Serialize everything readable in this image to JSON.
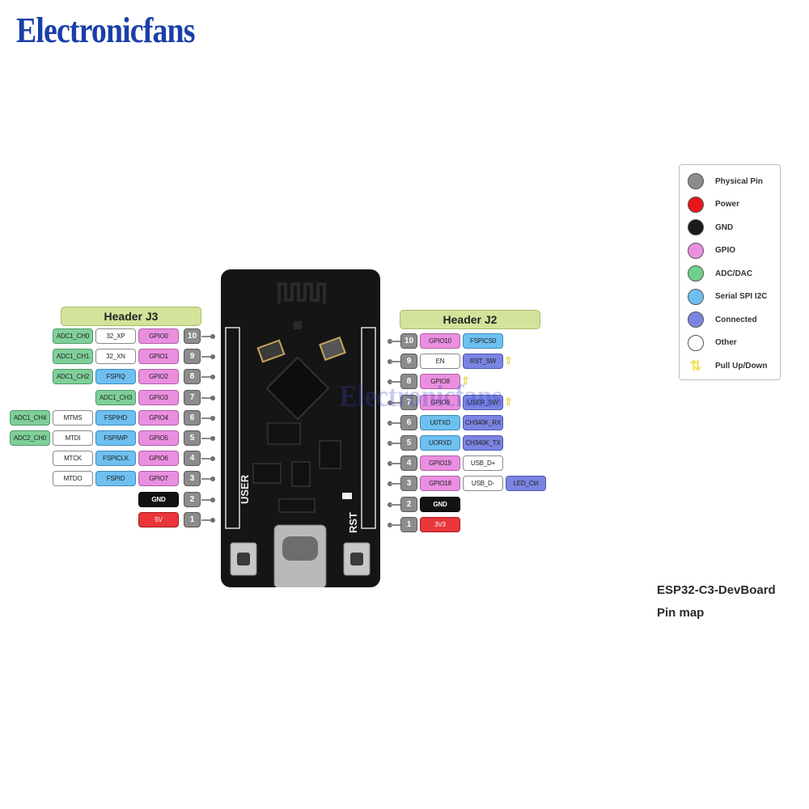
{
  "brand": "Electronicfans",
  "watermark": "Electronicfans",
  "headers": {
    "left": "Header J3",
    "right": "Header J2"
  },
  "board_labels": {
    "user": "USER",
    "rst": "RST"
  },
  "left_pins": [
    {
      "num": "10",
      "tags": [
        {
          "text": "ADC1_CH0",
          "kind": "adc"
        },
        {
          "text": "32_XP",
          "kind": "other"
        },
        {
          "text": "GPIO0",
          "kind": "gpio"
        }
      ]
    },
    {
      "num": "9",
      "tags": [
        {
          "text": "ADC1_CH1",
          "kind": "adc"
        },
        {
          "text": "32_XN",
          "kind": "other"
        },
        {
          "text": "GPIO1",
          "kind": "gpio"
        }
      ]
    },
    {
      "num": "8",
      "tags": [
        {
          "text": "ADC1_CH2",
          "kind": "adc"
        },
        {
          "text": "FSPIQ",
          "kind": "spi"
        },
        {
          "text": "GPIO2",
          "kind": "gpio"
        }
      ]
    },
    {
      "num": "7",
      "tags": [
        {
          "text": "ADC1_CH3",
          "kind": "adc"
        },
        {
          "text": "GPIO3",
          "kind": "gpio"
        }
      ]
    },
    {
      "num": "6",
      "tags": [
        {
          "text": "ADC1_CH4",
          "kind": "adc"
        },
        {
          "text": "MTMS",
          "kind": "other"
        },
        {
          "text": "FSPIHD",
          "kind": "spi"
        },
        {
          "text": "GPIO4",
          "kind": "gpio"
        }
      ]
    },
    {
      "num": "5",
      "tags": [
        {
          "text": "ADC2_CH0",
          "kind": "adc"
        },
        {
          "text": "MTDI",
          "kind": "other"
        },
        {
          "text": "FSPIWP",
          "kind": "spi"
        },
        {
          "text": "GPIO5",
          "kind": "gpio"
        }
      ]
    },
    {
      "num": "4",
      "tags": [
        {
          "text": "MTCK",
          "kind": "other"
        },
        {
          "text": "FSPICLK",
          "kind": "spi"
        },
        {
          "text": "GPIO6",
          "kind": "gpio"
        }
      ]
    },
    {
      "num": "3",
      "tags": [
        {
          "text": "MTDO",
          "kind": "other"
        },
        {
          "text": "FSPID",
          "kind": "spi"
        },
        {
          "text": "GPIO7",
          "kind": "gpio"
        }
      ]
    },
    {
      "num": "2",
      "tags": [
        {
          "text": "GND",
          "kind": "gnd"
        }
      ]
    },
    {
      "num": "1",
      "tags": [
        {
          "text": "5V",
          "kind": "pwr"
        }
      ]
    }
  ],
  "right_pins": [
    {
      "num": "10",
      "tags": [
        {
          "text": "GPIO10",
          "kind": "gpio"
        },
        {
          "text": "FSPICS0",
          "kind": "spi"
        }
      ],
      "pullup": false
    },
    {
      "num": "9",
      "tags": [
        {
          "text": "EN",
          "kind": "other"
        },
        {
          "text": "RST_SW",
          "kind": "conn"
        }
      ],
      "pullup": true
    },
    {
      "num": "8",
      "tags": [
        {
          "text": "GPIO8",
          "kind": "gpio"
        }
      ],
      "pullup": true
    },
    {
      "num": "7",
      "tags": [
        {
          "text": "GPIO9",
          "kind": "gpio"
        },
        {
          "text": "USER_SW",
          "kind": "conn"
        }
      ],
      "pullup": true
    },
    {
      "num": "6",
      "tags": [
        {
          "text": "U0TXD",
          "kind": "spi"
        },
        {
          "text": "CH340K_RX",
          "kind": "conn"
        }
      ],
      "pullup": false
    },
    {
      "num": "5",
      "tags": [
        {
          "text": "UORXD",
          "kind": "spi"
        },
        {
          "text": "CH340K_TX",
          "kind": "conn"
        }
      ],
      "pullup": false
    },
    {
      "num": "4",
      "tags": [
        {
          "text": "GPIO19",
          "kind": "gpio"
        },
        {
          "text": "USB_D+",
          "kind": "other"
        }
      ],
      "pullup": false
    },
    {
      "num": "3",
      "tags": [
        {
          "text": "GPIO18",
          "kind": "gpio"
        },
        {
          "text": "USB_D-",
          "kind": "other"
        },
        {
          "text": "LED_Ctrl",
          "kind": "conn"
        }
      ],
      "pullup": false
    },
    {
      "num": "2",
      "tags": [
        {
          "text": "GND",
          "kind": "gnd"
        }
      ],
      "pullup": false
    },
    {
      "num": "1",
      "tags": [
        {
          "text": "3V3",
          "kind": "pwr"
        }
      ],
      "pullup": false
    }
  ],
  "legend": [
    {
      "label": "Physical Pin",
      "color": "#8c8c8c"
    },
    {
      "label": "Power",
      "color": "#e8161c"
    },
    {
      "label": "GND",
      "color": "#1a1a1a"
    },
    {
      "label": "GPIO",
      "color": "#ea8fe0"
    },
    {
      "label": "ADC/DAC",
      "color": "#6fd08a"
    },
    {
      "label": "Serial SPI I2C",
      "color": "#6ec0f0"
    },
    {
      "label": "Connected",
      "color": "#7b84e2"
    },
    {
      "label": "Other",
      "color": "#ffffff"
    },
    {
      "label": "Pull Up/Down",
      "color": "#f0e35a",
      "arrow": true
    }
  ],
  "colors": {
    "gpio": "#ea8fe0",
    "adc": "#7fcf9a",
    "spi": "#6ec0f0",
    "conn": "#7b84e2",
    "other": "#ffffff",
    "gnd": "#111111",
    "pwr": "#e8363a",
    "header": "#d3e39a"
  },
  "caption": {
    "title": "ESP32-C3-DevBoard",
    "subtitle": "Pin map"
  }
}
